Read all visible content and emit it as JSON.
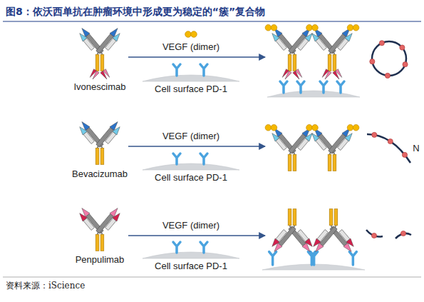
{
  "diagram": {
    "title": "图8：依沃西单抗在肿瘤环境中形成更为稳定的“簇”复合物",
    "caption": "资料来源：iScience",
    "labels": [
      "Ivonescimab",
      "VEGF (dimer)",
      "Cell surface PD-1",
      "Bevacizumab",
      "VEGF (dimer)",
      "Cell surface PD-1",
      "N",
      "Penpulimab",
      "VEGF (dimer)",
      "Cell surface PD-1"
    ]
  }
}
